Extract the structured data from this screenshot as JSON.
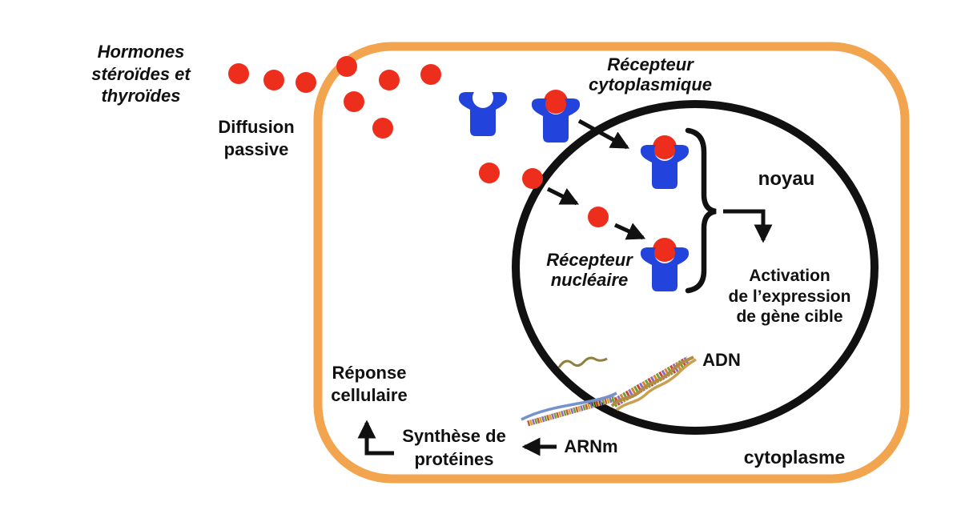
{
  "labels": {
    "hormones": "Hormones\nstéroïdes et\nthyroïdes",
    "diffusion": "Diffusion\npassive",
    "recepteur_cytoplasmique": "Récepteur\ncytoplasmique",
    "noyau": "noyau",
    "recepteur_nucleaire": "Récepteur\nnucléaire",
    "activation": "Activation\nde l’expression\nde gène cible",
    "adn": "ADN",
    "arnm": "ARNm",
    "synthese": "Synthèse de\nprotéines",
    "reponse": "Réponse\ncellulaire",
    "cytoplasme": "cytoplasme"
  },
  "colors": {
    "hormone-red": "#ee2e1d",
    "receptor-blue": "#2244dd",
    "membrane-orange": "#f2a44f",
    "line-black": "#111111",
    "background": "#ffffff"
  },
  "icons": {
    "hormone_dot": "red-circle",
    "receptor": "blue-t-receptor",
    "membrane": "orange-rounded-rect",
    "nucleus": "black-circle"
  }
}
